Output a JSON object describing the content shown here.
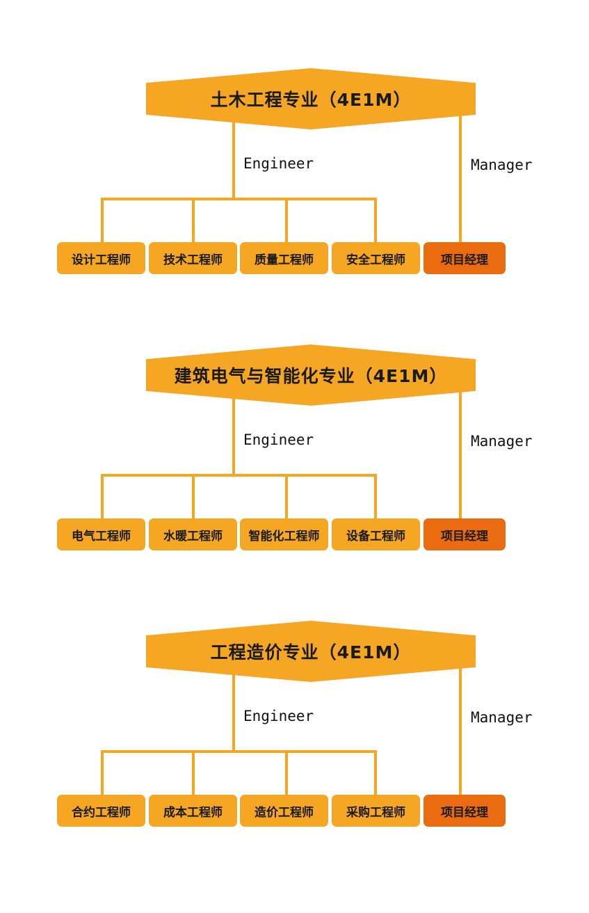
{
  "colors": {
    "accent": "#f5a623",
    "manager_box": "#ea6b10",
    "text": "#1a1a1a"
  },
  "blocks": [
    {
      "title": "土木工程专业（4E1M）",
      "engineer_label": "Engineer",
      "manager_label": "Manager",
      "engineers": [
        "设计工程师",
        "技术工程师",
        "质量工程师",
        "安全工程师"
      ],
      "manager": "项目经理"
    },
    {
      "title": "建筑电气与智能化专业（4E1M）",
      "engineer_label": "Engineer",
      "manager_label": "Manager",
      "engineers": [
        "电气工程师",
        "水暖工程师",
        "智能化工程师",
        "设备工程师"
      ],
      "manager": "项目经理"
    },
    {
      "title": "工程造价专业（4E1M）",
      "engineer_label": "Engineer",
      "manager_label": "Manager",
      "engineers": [
        "合约工程师",
        "成本工程师",
        "造价工程师",
        "采购工程师"
      ],
      "manager": "项目经理"
    }
  ]
}
